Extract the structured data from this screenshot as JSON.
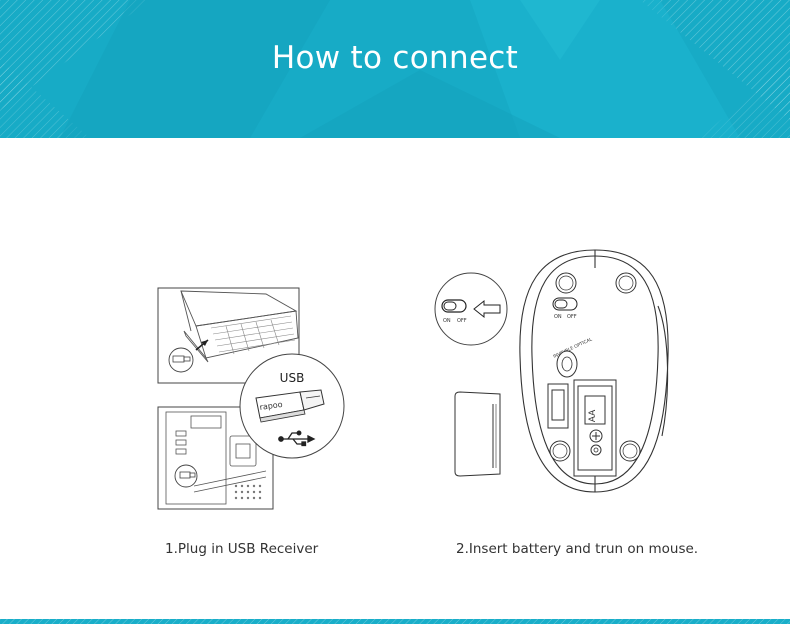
{
  "header": {
    "title": "How to connect",
    "background_color": "#19aec9"
  },
  "step1": {
    "caption": "1.Plug in USB Receiver",
    "usb_label": "USB",
    "receiver_brand": "rapoo"
  },
  "step2": {
    "caption": "2.Insert battery and trun on mouse.",
    "switch_on": "ON",
    "switch_off": "OFF",
    "battery_label": "AA",
    "mode_label": "INVISIBLE OPTICAL"
  }
}
